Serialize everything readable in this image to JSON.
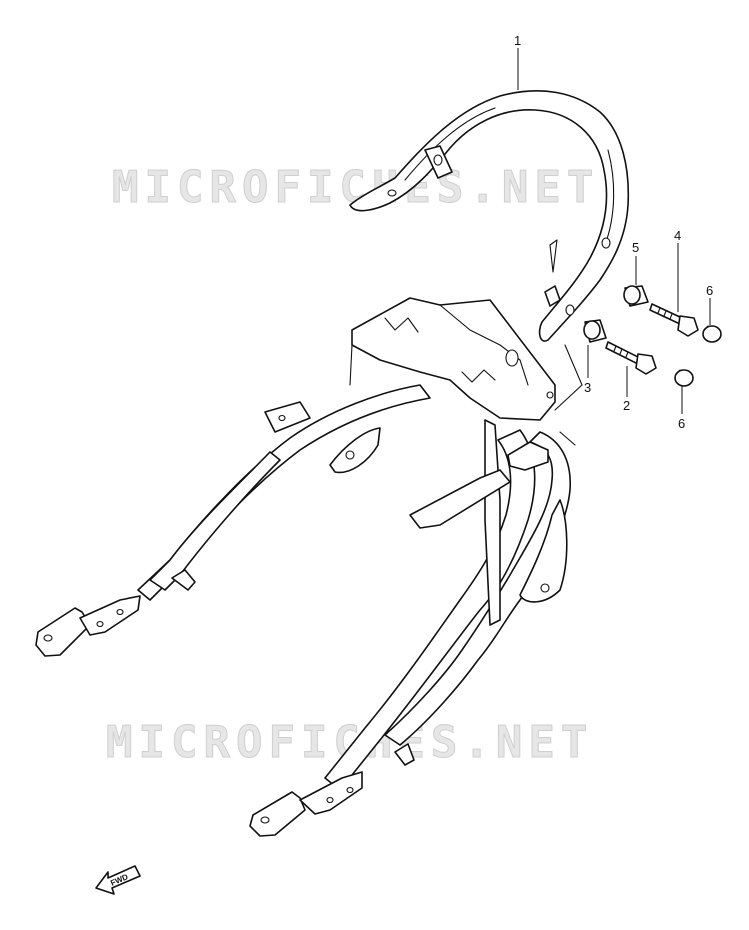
{
  "watermark": {
    "text": "MICROFICHES.NET",
    "fill": "#e6e6e6",
    "stroke": "#cfcfcf"
  },
  "callouts": {
    "c1": "1",
    "c2": "2",
    "c3": "3",
    "c4": "4",
    "c5": "5",
    "c6a": "6",
    "c6b": "6"
  },
  "fwd_label": "FWD",
  "colors": {
    "line": "#111111",
    "background": "#ffffff"
  }
}
